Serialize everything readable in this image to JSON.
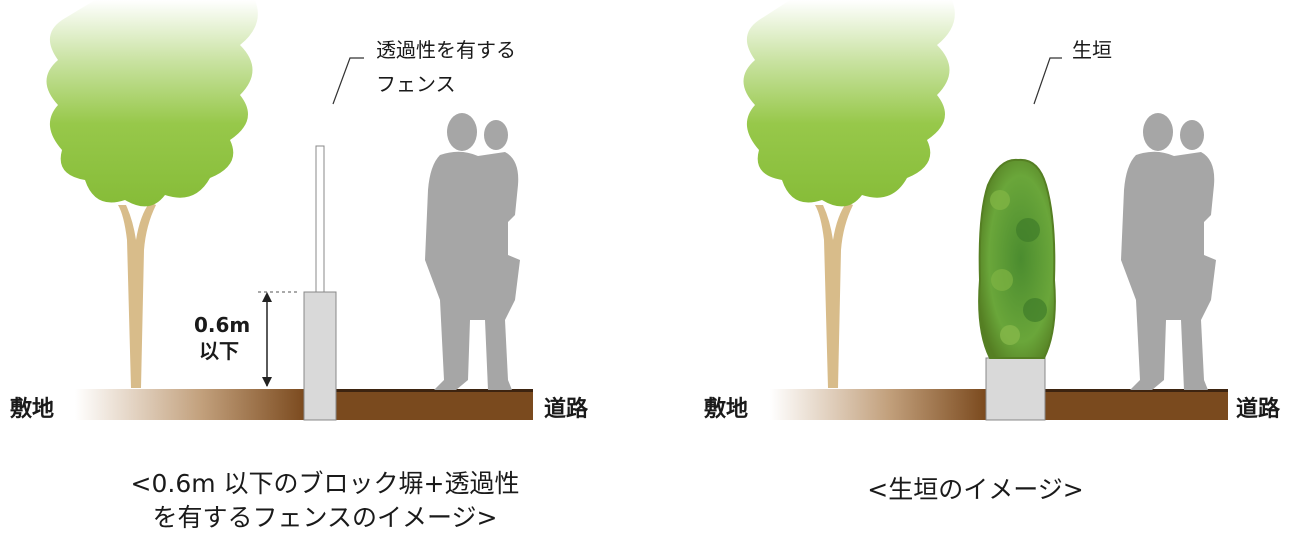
{
  "left": {
    "callout_line1": "透過性を有する",
    "callout_line2": "フェンス",
    "height_value": "0.6m",
    "height_suffix": "以下",
    "ground_site": "敷地",
    "ground_road": "道路",
    "caption_line1": "<0.6m 以下のブロック塀+透過性",
    "caption_line2": "を有するフェンスのイメージ>"
  },
  "right": {
    "callout": "生垣",
    "ground_site": "敷地",
    "ground_road": "道路",
    "caption": "<生垣のイメージ>"
  },
  "colors": {
    "tree_leaf": "#8fc43c",
    "tree_trunk": "#d8bc8a",
    "person": "#a6a6a6",
    "road": "#7a4a1e",
    "wall": "#d9d9d9",
    "hedge": "#4f8f2e"
  }
}
